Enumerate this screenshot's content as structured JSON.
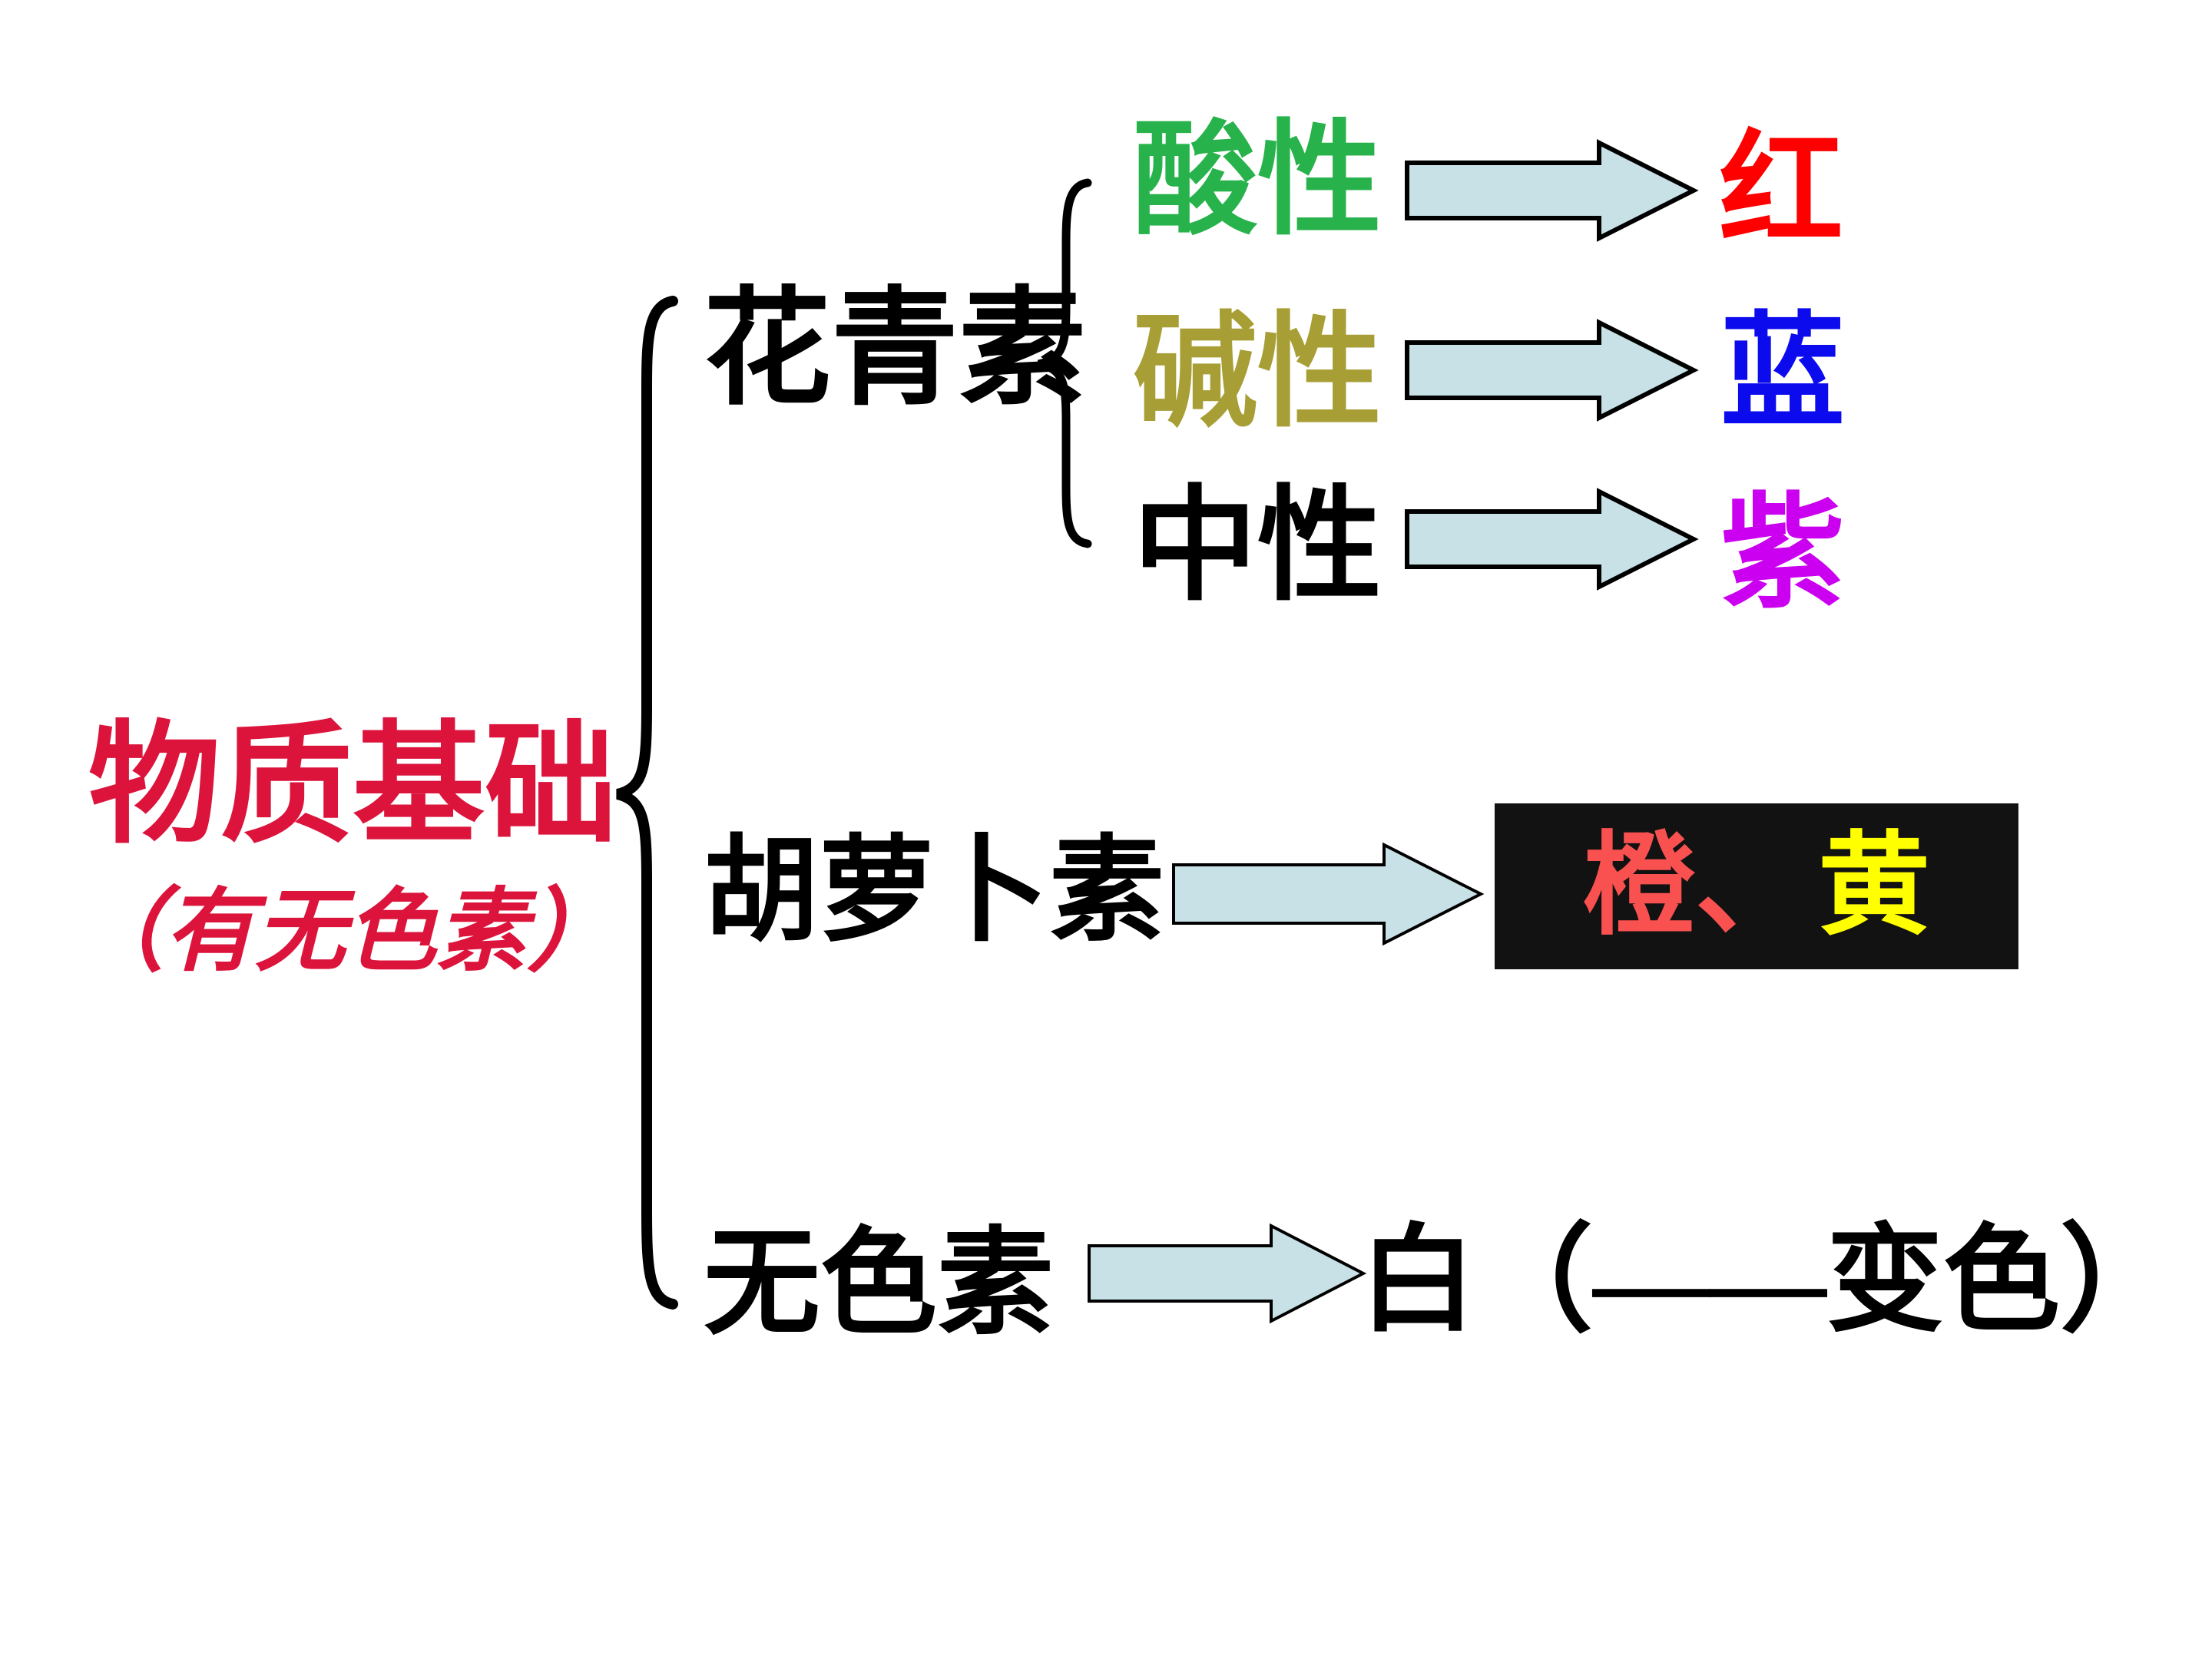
{
  "slide": {
    "background": "#ffffff",
    "brace_color": "#000000",
    "arrow_style": {
      "fill": "#c7e1e6",
      "stroke": "#000000"
    },
    "root_label": {
      "title": "物质基础",
      "subtitle": "（有无色素）",
      "color": "#dc143c"
    },
    "anthocyanin": {
      "label": "花青素",
      "label_color": "#000000",
      "cases": [
        {
          "condition": "酸性",
          "condition_color": "#27b24b",
          "result": "红",
          "result_color": "#ff0000"
        },
        {
          "condition": "碱性",
          "condition_color": "#a79e35",
          "result": "蓝",
          "result_color": "#0b0bee"
        },
        {
          "condition": "中性",
          "condition_color": "#000000",
          "result": "紫",
          "result_color": "#cb00f0"
        }
      ]
    },
    "carotene": {
      "label": "胡萝卜素",
      "label_color": "#000000",
      "result_box": {
        "background": "#121212",
        "orange_text": "橙、",
        "orange_color": "#f95150",
        "yellow_text": "黄",
        "yellow_color": "#ffff00"
      }
    },
    "no_pigment": {
      "label": "无色素",
      "label_color": "#000000",
      "result": "白（——变色）",
      "result_color": "#000000"
    }
  }
}
